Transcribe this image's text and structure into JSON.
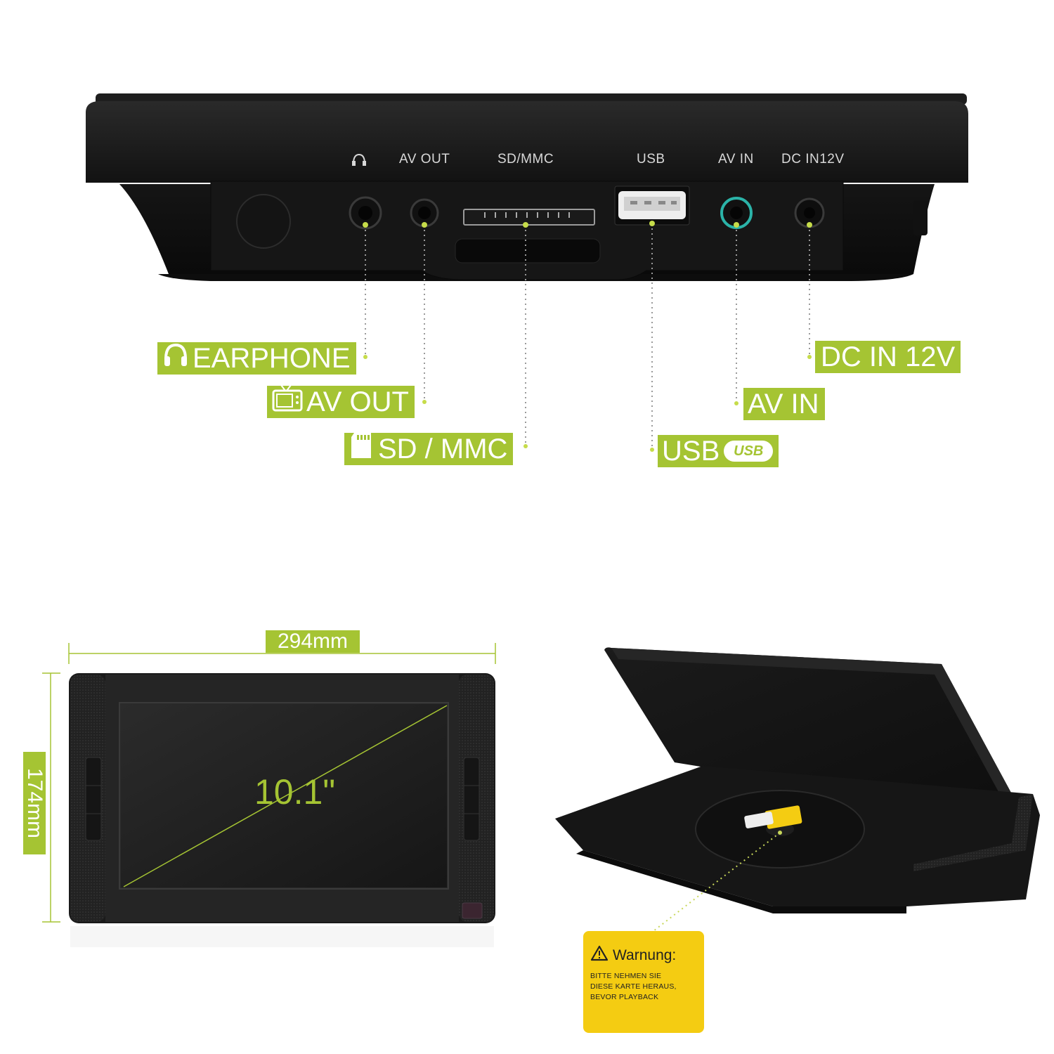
{
  "ports_panel": {
    "printed_labels": [
      "AV OUT",
      "SD/MMC",
      "USB",
      "AV IN",
      "DC IN12V"
    ]
  },
  "callouts": {
    "earphone": "EARPHONE",
    "av_out": "AV OUT",
    "sd_mmc": "SD / MMC",
    "usb": "USB",
    "usb_logo": "USB",
    "av_in": "AV IN",
    "dc_in": "DC IN 12V"
  },
  "dimensions": {
    "width": "294mm",
    "height": "174mm",
    "screen": "10.1\""
  },
  "warning_card": {
    "title": "Warnung:",
    "lines": [
      "BITTE NEHMEN SIE",
      "DIESE KARTE HERAUS,",
      "BEVOR PLAYBACK"
    ]
  },
  "colors": {
    "accent_green": "#a5c433",
    "warning_yellow": "#f4cc12",
    "device_black": "#1c1c1c"
  }
}
